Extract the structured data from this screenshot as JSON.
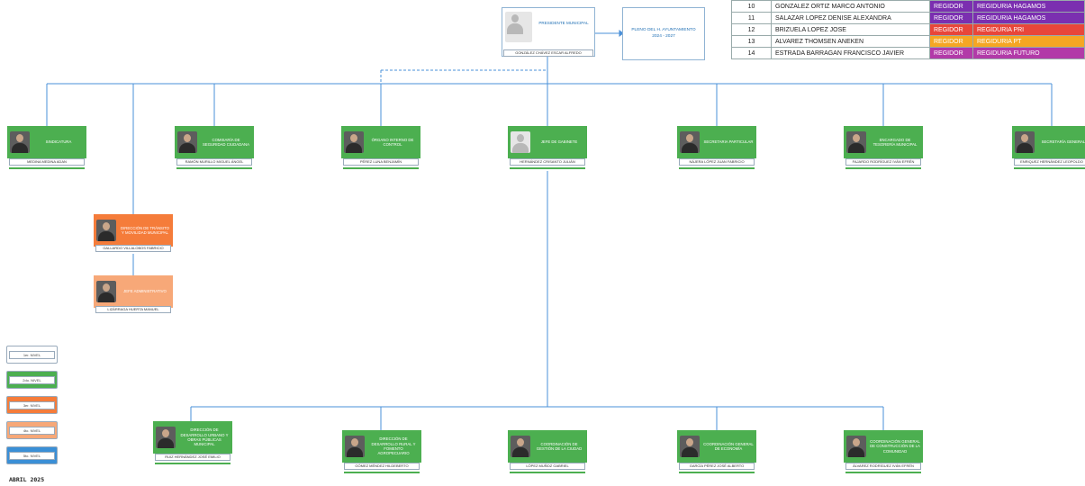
{
  "regidores": [
    {
      "num": "10",
      "name": "GONZALEZ ORTIZ MARCO ANTONIO",
      "role": "REGIDOR",
      "party": "REGIDURIA HAGAMOS",
      "color": "#7b2fb0"
    },
    {
      "num": "11",
      "name": "SALAZAR LOPEZ DENISE ALEXANDRA",
      "role": "REGIDOR",
      "party": "REGIDURIA HAGAMOS",
      "color": "#7b2fb0"
    },
    {
      "num": "12",
      "name": "BRIZUELA LOPEZ JOSE",
      "role": "REGIDOR",
      "party": "REGIDURIA PRI",
      "color": "#e8463a"
    },
    {
      "num": "13",
      "name": "ALVAREZ THOMSEN ANEKEN",
      "role": "REGIDOR",
      "party": "REGIDURIA PT",
      "color": "#f5a623"
    },
    {
      "num": "14",
      "name": "ESTRADA BARRAGAN FRANCISCO JAVIER",
      "role": "REGIDOR",
      "party": "REGIDURIA FUTURO",
      "color": "#b23aa8"
    }
  ],
  "president": {
    "title": "PRESIDENTE MUNICIPAL",
    "name": "GONZÁLEZ CHÁVEZ ESCAR ALFREDO"
  },
  "plan": {
    "line1": "PLENO DEL H. AYUNTAMIENTO",
    "line2": "2024 - 2027"
  },
  "level1": [
    {
      "title": "SINDICATURA",
      "name": "MEDINA MEDINA ADAN"
    },
    {
      "title": "COMISARÍA DE SEGURIDAD CIUDADANA",
      "name": "RAMÓN MURILLO MIGUEL ÁNGEL"
    },
    {
      "title": "ÓRGANO INTERNO DE CONTROL",
      "name": "PÉREZ LUNA BENJAMÍN"
    },
    {
      "title": "JEFE DE GABINETE",
      "name": "HERNÁNDEZ CRISANTO JULIÁN"
    },
    {
      "title": "SECRETARIA PARTICULAR",
      "name": "NÁJERA LÓPEZ JUAN FABRICIO"
    },
    {
      "title": "ENCARGADO DE TESORERÍA MUNICIPAL",
      "name": "FAJARDO RODRÍGUEZ IVÁN EFRÉN"
    },
    {
      "title": "SECRETARÍA GENERAL",
      "name": "ENRIQUEZ HERNÁNDEZ LEOPOLDO"
    }
  ],
  "transit": {
    "title": "DIRECCIÓN DE TRÁNSITO Y MOVILIDAD MUNICIPAL",
    "name": "GALLARDO VILLALOBOS FABRICIO"
  },
  "admin": {
    "title": "JEFE ADMINISTRATIVO",
    "name": "LIZÁRRAGA HUERTA MANUEL"
  },
  "level2": [
    {
      "title": "DIRECCIÓN DE DESARROLLO URBANO Y OBRAS PÚBLICAS MUNICIPAL",
      "name": "RUIZ HERNÁNDEZ JOSÉ EMILIO"
    },
    {
      "title": "DIRECCIÓN DE DESARROLLO RURAL Y FOMENTO AGROPECUARIO",
      "name": "GÓMEZ MÉNDEZ HILDEBERTO"
    },
    {
      "title": "COORDINACIÓN DE GESTIÓN DE LA CIUDAD",
      "name": "LÓPEZ MUÑOZ GABRIEL"
    },
    {
      "title": "COORDINACIÓN GENERAL DE ECONOMÍA",
      "name": "GARCÍA PÉREZ JOSÉ ALBERTO"
    },
    {
      "title": "COORDINACIÓN GENERAL DE CONSTRUCCIÓN DE LA COMUNIDAD",
      "name": "ÁLVAREZ RODRÍGUEZ IVÁN EFRÉN"
    }
  ],
  "legend": [
    {
      "label": "1er. NIVEL",
      "color": "#ffffff"
    },
    {
      "label": "2do. NIVEL",
      "color": "#4caf50"
    },
    {
      "label": "3er. NIVEL",
      "color": "#f57c3a"
    },
    {
      "label": "4to. NIVEL",
      "color": "#f7a878"
    },
    {
      "label": "5to. NIVEL",
      "color": "#3a8fd6"
    }
  ],
  "date": "ABRIL 2025"
}
